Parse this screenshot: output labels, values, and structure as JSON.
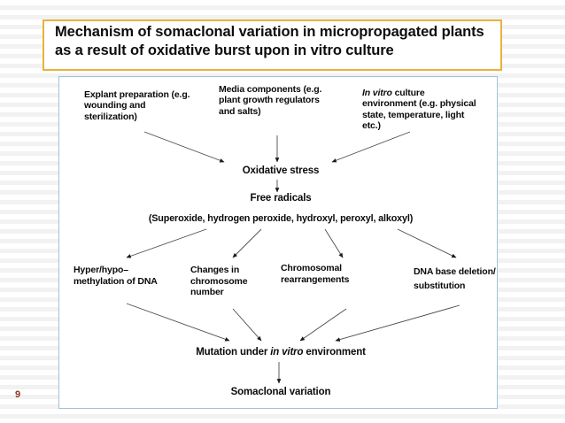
{
  "slide": {
    "number": "9",
    "title": "Mechanism of somaclonal variation in micropropagated plants as a result of oxidative burst upon in vitro culture",
    "accent_border_color": "#e8b33a",
    "diagram_border_color": "#9dc4d4",
    "slide_number_color": "#8b3a1a",
    "background_color": "#ffffff",
    "text_color": "#0a0a0a"
  },
  "diagram": {
    "type": "flowchart",
    "sources": [
      {
        "id": "explant",
        "label": "Explant preparation (e.g. wounding and sterilization)"
      },
      {
        "id": "media",
        "label": "Media components (e.g. plant growth regulators and salts)"
      },
      {
        "id": "invitro",
        "label_italic": "In vitro",
        "label_rest": " culture environment (e.g. physical state, temperature, light etc.)"
      }
    ],
    "flow": {
      "oxidative_stress": "Oxidative stress",
      "free_radicals": "Free radicals",
      "radicals_list": "(Superoxide, hydrogen peroxide, hydroxyl, peroxyl, alkoxyl)"
    },
    "outcomes": [
      {
        "id": "methylation",
        "label": "Hyper/hypo–methylation of DNA"
      },
      {
        "id": "chromosome-number",
        "label": "Changes in chromosome number"
      },
      {
        "id": "rearrangements",
        "label": "Chromosomal rearrangements"
      },
      {
        "id": "dna-base",
        "label": "DNA base deletion/ substitution"
      }
    ],
    "result": {
      "mutation_prefix": "Mutation under ",
      "mutation_italic": "in vitro",
      "mutation_suffix": " environment",
      "somaclonal": "Somaclonal variation"
    }
  }
}
